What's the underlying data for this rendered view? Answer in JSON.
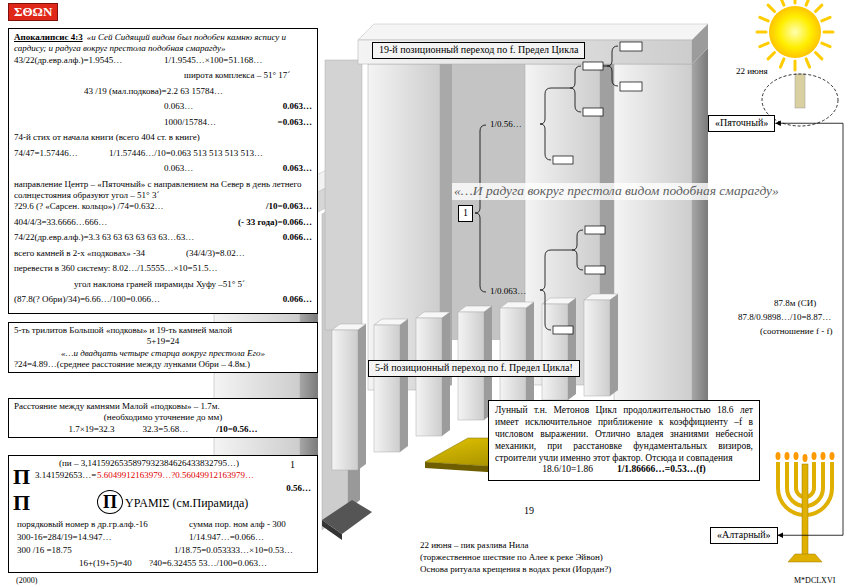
{
  "diagram": {
    "title": "ΣΘΩΝ",
    "nodes": [
      {
        "text": [
          "Апокалипсис 4:3",
          "«и Сей Сидящий видом был подобен камню яспису и сардису; и радуга вокруг престола подобная смарагду»",
          "43/22(др.евр.алф.)=1.9545…",
          "1/1.9545…×100=51.168…",
          "широта комплекса – 51° 17´",
          "43 /19 (мал.подкова)=2.2 63 15784…",
          "0.063…",
          "0.063…",
          "1000/15784…",
          "=0.063…",
          "74-й стих от начала книги (всего 404 ст. в книге)",
          "74/47=1.57446…",
          "1/1.57446…/10=0.063 513 513 513 513…",
          "0.063…",
          "0.063…",
          "направление Центр – «Пяточный» с направлением на Север в день летнего солнцестояния образуют угол – 51° 3´",
          "?29.6 (? «Сарсен. кольцо») /74=0.632…",
          "/10=0.063…",
          "404/4/3=33.6666…666…",
          "(- 33 года)=0.066…",
          "74/22(др.евр.алф.)=3.3 63 63 63 63 63 63…63…",
          "0.066…",
          "всего камней в 2-х «подковах» -34",
          "(34/4/3)=8.02…",
          "перевести в 360 систему: 8.02…/1.5555…×10=51.5…",
          "угол наклона граней пирамиды Хуфу –51° 5´",
          "(87.8(? Обри)/34)=6.66…/100=0.066…",
          "0.066…"
        ]
      },
      {
        "text": [
          "5-ть трилитов Большой «подковы» и 19-ть камней малой",
          "5+19=24",
          "«…и двадцать четыре старца вокруг престола Его»",
          "?24=4.89…(среднее расстояние между лунками Обри – 4.8м.)"
        ]
      },
      {
        "text": [
          "Расстояние между камнями Малой «подковы» – 1.7м.",
          "(необходимо уточнение до мм)",
          "1.7×19=32.3",
          "32.3=5.68…",
          "/10=0.56…"
        ]
      },
      {
        "text": [
          "(пи – 3,1415926535897932384626433832795…)",
          "3.141592653…=",
          "5.6049912163979…?0.56049912163979…",
          "0.56…",
          "П",
          "П",
          "П",
          "ΥΡΑΜΙΣ (см.Пирамида)",
          "порядковый номер в др.гр.алф.-16",
          "сумма пор. ном алф - 300",
          "300-16=284/19=14.947…",
          "1/14.947…=0.066…",
          "300 /16 =18.75",
          "1/18.75=0.053333…×10=0.53…",
          "16+(19+5)=40",
          "?40=6.32455 53…/100=0.063…"
        ]
      },
      {
        "text": [
          "Лунный т.н. Метонов Цикл продолжительностью 18.6 лет имеет исключительное приближение к коэффициенту –f в числовом выражении. Отлично владея знаниями небесной механики, при расстановке фундаментальных визиров, строители учли именно этот фактор. Отсюда и совпадения",
          "18.6/10=1.86",
          "1/1.86666…=0.53…(f)"
        ]
      },
      {
        "text": [
          "«Пяточный»"
        ]
      },
      {
        "text": [
          "«Алтарный»"
        ]
      },
      {
        "text": [
          "19-й позиционный переход по f. Предел Цикла"
        ]
      },
      {
        "text": [
          "5-й позиционный переход по f. Предел Цикла!"
        ]
      },
      {
        "text": [
          "1"
        ]
      }
    ],
    "edges": [
      {
        "from": 5,
        "to": 6,
        "arrow": "both"
      }
    ],
    "labels": [
      "22 июня",
      "1/0.56…",
      "«…И радуга вокруг престола видом подобная смарагду»",
      "1/0.063…",
      "87.8м (СИ)",
      "87.8/0.9898…/10=8.87…",
      "(соотношение f - f)",
      "1",
      "19",
      "22 июня – пик разлива Нила",
      "(торжественное шествие по Алее к реке Эйвон)",
      "Основа ритуала крещения в водах реки (Иордан?)",
      "(2000)",
      "M*DCLXVI"
    ]
  }
}
